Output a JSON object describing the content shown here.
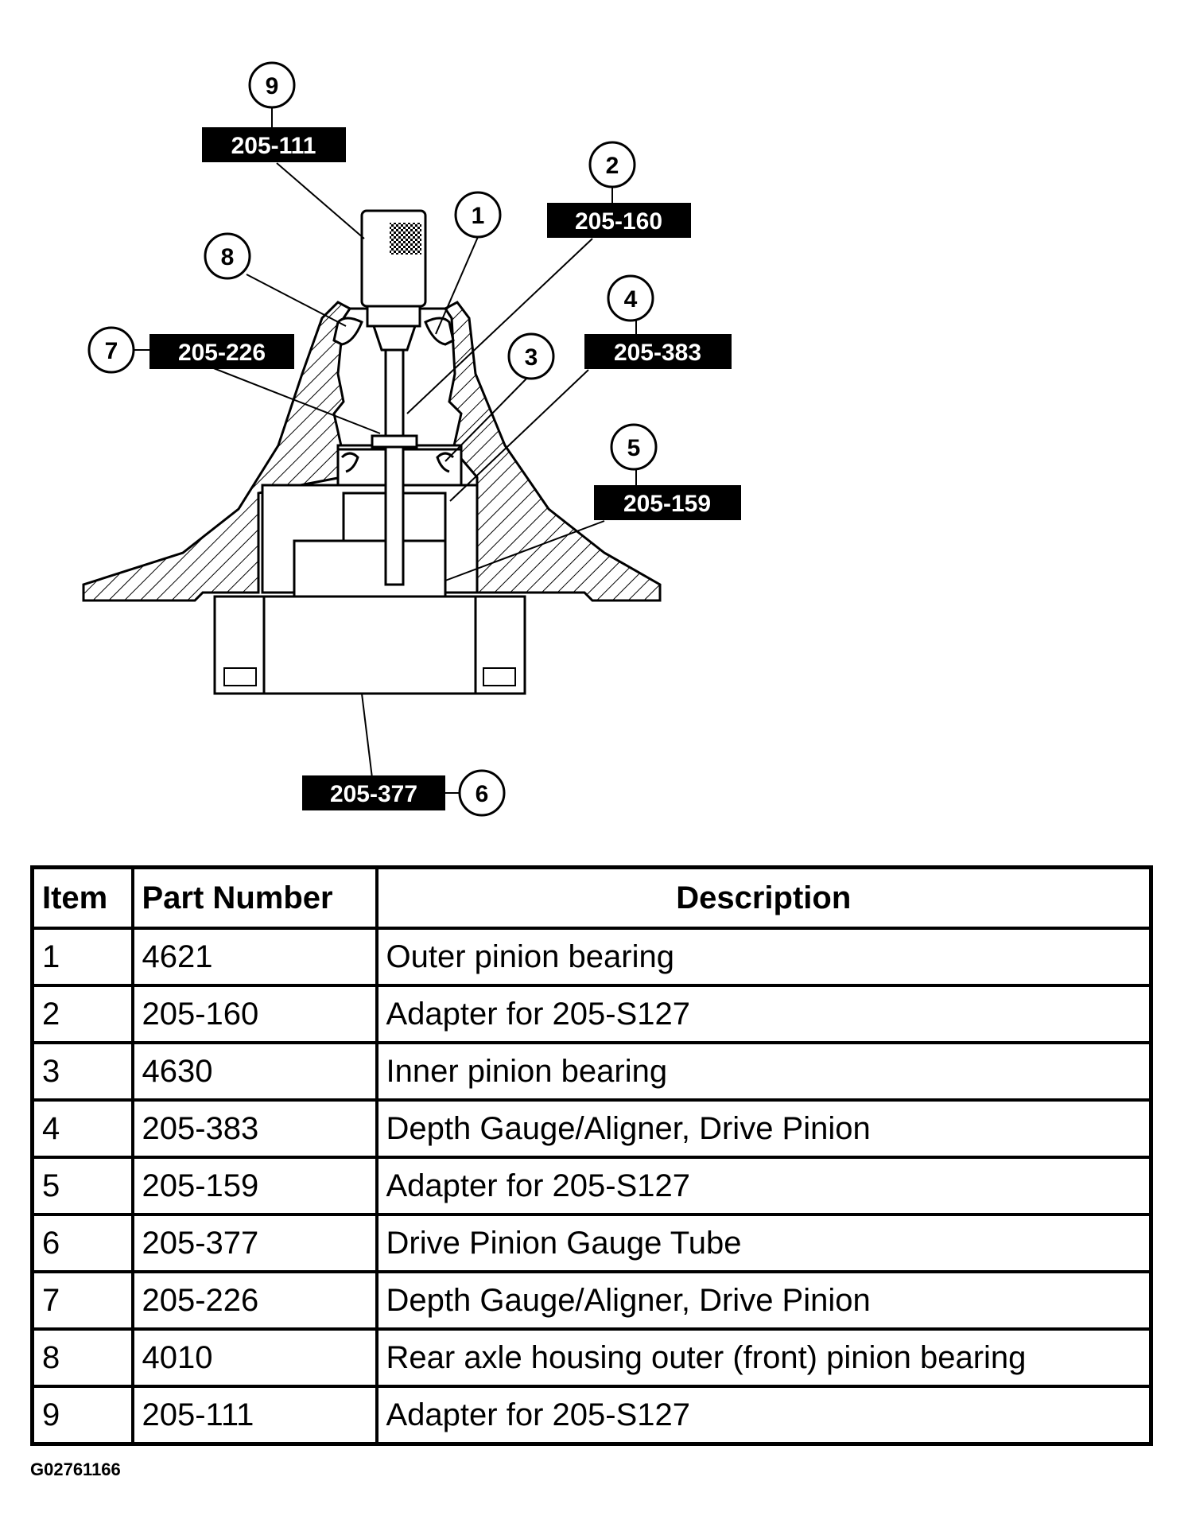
{
  "callouts": [
    {
      "item": "1",
      "part": ""
    },
    {
      "item": "2",
      "part": "205-160"
    },
    {
      "item": "3",
      "part": ""
    },
    {
      "item": "4",
      "part": "205-383"
    },
    {
      "item": "5",
      "part": "205-159"
    },
    {
      "item": "6",
      "part": "205-377"
    },
    {
      "item": "7",
      "part": "205-226"
    },
    {
      "item": "8",
      "part": ""
    },
    {
      "item": "9",
      "part": "205-111"
    }
  ],
  "table": {
    "headers": {
      "item": "Item",
      "part_number": "Part Number",
      "description": "Description"
    },
    "rows": [
      {
        "item": "1",
        "part": "4621",
        "desc": "Outer pinion bearing"
      },
      {
        "item": "2",
        "part": "205-160",
        "desc": "Adapter for 205-S127"
      },
      {
        "item": "3",
        "part": "4630",
        "desc": "Inner pinion bearing"
      },
      {
        "item": "4",
        "part": "205-383",
        "desc": "Depth Gauge/Aligner, Drive Pinion"
      },
      {
        "item": "5",
        "part": "205-159",
        "desc": "Adapter for 205-S127"
      },
      {
        "item": "6",
        "part": "205-377",
        "desc": "Drive Pinion Gauge Tube"
      },
      {
        "item": "7",
        "part": "205-226",
        "desc": "Depth Gauge/Aligner, Drive Pinion"
      },
      {
        "item": "8",
        "part": "4010",
        "desc": "Rear axle housing outer (front) pinion bearing"
      },
      {
        "item": "9",
        "part": "205-111",
        "desc": "Adapter for 205-S127"
      }
    ]
  },
  "figure_id": "G02761166"
}
